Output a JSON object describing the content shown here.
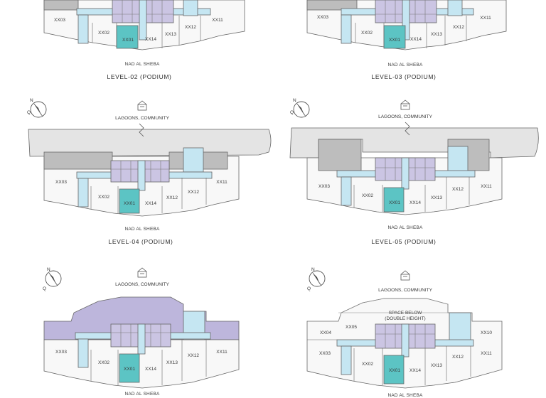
{
  "colors": {
    "teal": "#5cc4c4",
    "light_blue": "#c5e6f2",
    "lavender": "#cbc5e3",
    "purple_podium": "#bdb6dc",
    "gray": "#bdbdbd",
    "light_gray": "#e4e4e4",
    "outline": "#666666"
  },
  "icons": {
    "compass": "compass-icon",
    "community": "community-building-icon"
  },
  "common": {
    "north": "N",
    "community": "LAGOONS, COMMUNITY",
    "road": "NAD AL SHEBA"
  },
  "plans": [
    {
      "level": "LEVEL-02 (PODIUM)",
      "units": [
        "XX03",
        "XX02",
        "XX01",
        "XX14",
        "XX13",
        "XX12",
        "XX11"
      ]
    },
    {
      "level": "LEVEL-03 (PODIUM)",
      "units": [
        "XX03",
        "XX02",
        "XX01",
        "XX14",
        "XX13",
        "XX12",
        "XX11"
      ]
    },
    {
      "level": "LEVEL-04 (PODIUM)",
      "units": [
        "XX03",
        "XX02",
        "XX01",
        "XX14",
        "XX12",
        "XX12",
        "XX11"
      ]
    },
    {
      "level": "LEVEL-05 (PODIUM)",
      "units": [
        "XX03",
        "XX02",
        "XX01",
        "XX14",
        "XX13",
        "XX12",
        "XX11"
      ]
    },
    {
      "units": [
        "XX03",
        "XX02",
        "XX01",
        "XX14",
        "XX13",
        "XX12",
        "XX11"
      ]
    },
    {
      "units": [
        "XX04",
        "XX05",
        "XX03",
        "XX02",
        "XX01",
        "XX14",
        "XX13",
        "XX12",
        "XX11",
        "XX10"
      ],
      "note_line1": "SPACE BELOW",
      "note_line2": "(DOUBLE HEIGHT)"
    }
  ]
}
